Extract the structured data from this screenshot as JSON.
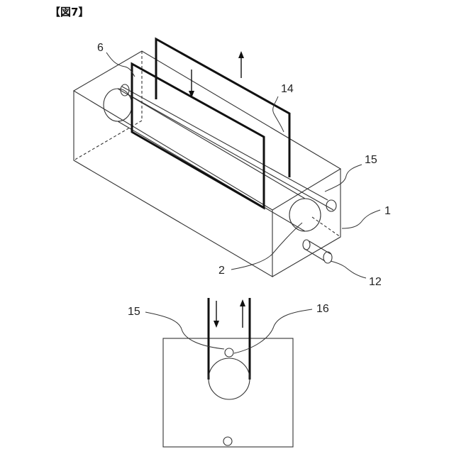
{
  "figure": {
    "title": "【図7】",
    "top_view_labels": {
      "tank": "6",
      "plate_back": "14",
      "pipe": "15",
      "body": "1",
      "roller": "2",
      "inlet": "12"
    },
    "section_view_labels": {
      "pipe": "15",
      "bubble": "16"
    }
  },
  "colors": {
    "line": "#333333",
    "plate": "#111111",
    "background": "#ffffff"
  }
}
